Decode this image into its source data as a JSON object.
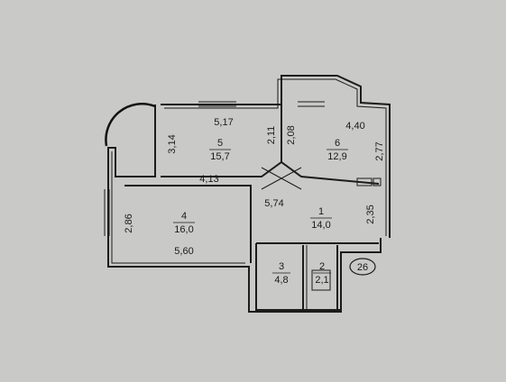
{
  "rooms": [
    {
      "id": "5",
      "area": "15,7"
    },
    {
      "id": "6",
      "area": "12,9"
    },
    {
      "id": "1",
      "area": "14,0"
    },
    {
      "id": "4",
      "area": "16,0"
    },
    {
      "id": "3",
      "area": "4,8"
    },
    {
      "id": "2",
      "area": "2,1"
    }
  ],
  "dimensions": {
    "d_5_17": "5,17",
    "d_3_14": "3,14",
    "d_2_11": "2,11",
    "d_2_08": "2,08",
    "d_4_40": "4,40",
    "d_2_77": "2,77",
    "d_4_13": "4,13",
    "d_5_74": "5,74",
    "d_2_35": "2,35",
    "d_2_86": "2,86",
    "d_5_60": "5,60"
  },
  "apartment_number": "26"
}
